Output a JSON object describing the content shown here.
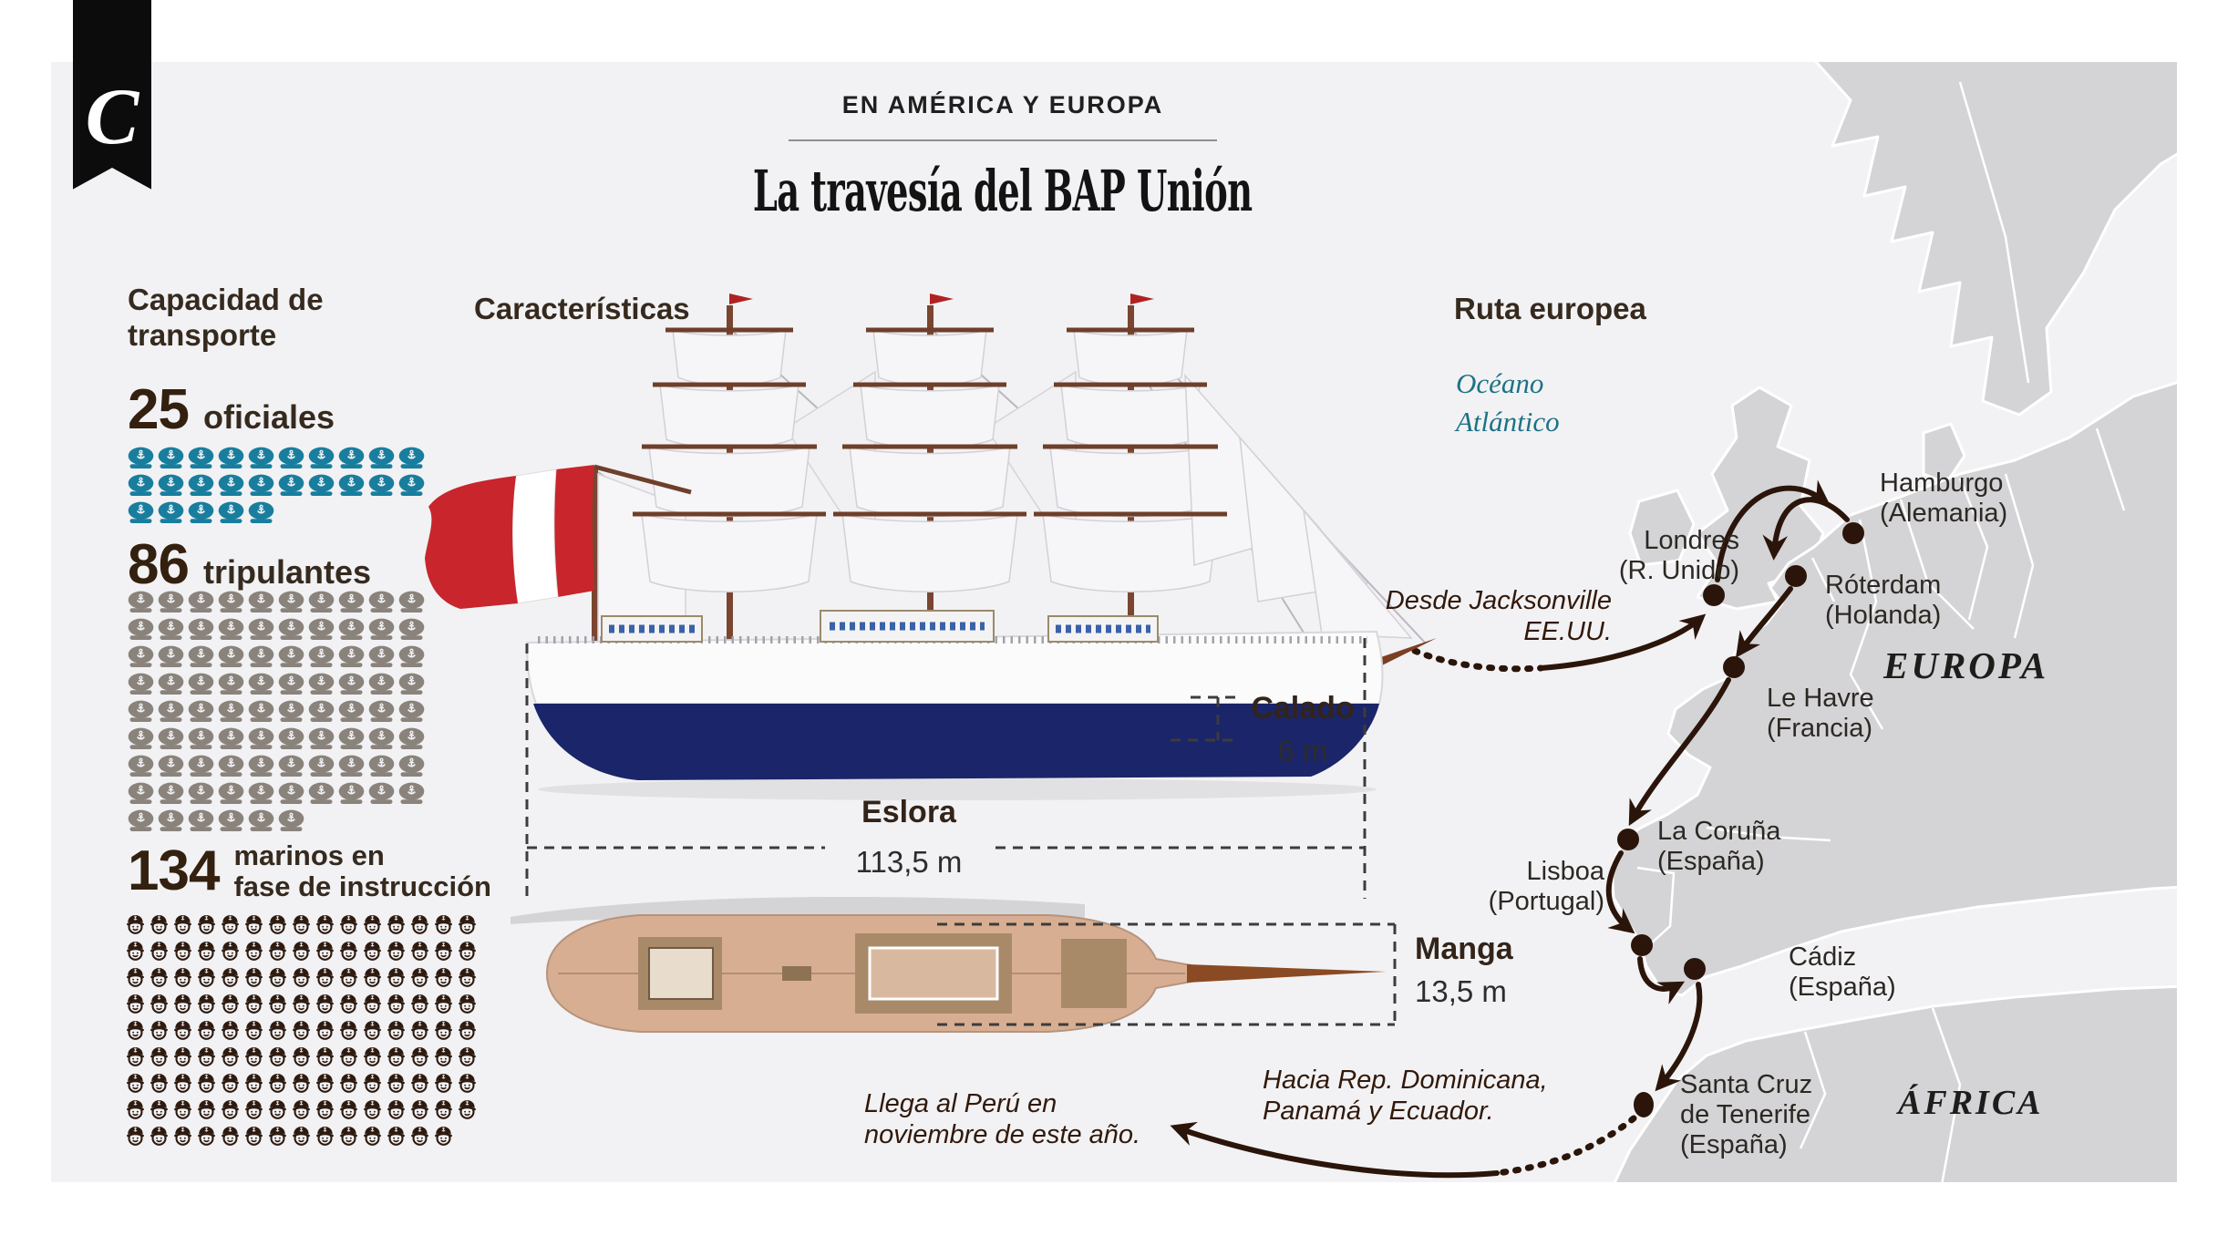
{
  "brand": {
    "letter": "C"
  },
  "header": {
    "kicker": "EN AMÉRICA Y EUROPA",
    "title": "La travesía del BAP Unión"
  },
  "capacity": {
    "heading_l1": "Capacidad de",
    "heading_l2": "transporte",
    "groups": [
      {
        "number": "25",
        "label": "oficiales",
        "count": 25,
        "per_row": 10,
        "icon": "officer-cap",
        "color": "#197e9e"
      },
      {
        "number": "86",
        "label": "tripulantes",
        "count": 86,
        "per_row": 10,
        "icon": "crew-cap",
        "color": "#8a837c"
      },
      {
        "number": "134",
        "label_l1": "marinos en",
        "label_l2": "fase de instrucción",
        "count": 134,
        "per_row": 15,
        "icon": "cadet-face",
        "color": "#2e1b10"
      }
    ]
  },
  "ship": {
    "heading": "Características",
    "dimensions": {
      "calado": {
        "name": "Calado",
        "value": "6 m"
      },
      "eslora": {
        "name": "Eslora",
        "value": "113,5 m"
      },
      "manga": {
        "name": "Manga",
        "value": "13,5 m"
      }
    }
  },
  "map": {
    "heading": "Ruta europea",
    "ocean_l1": "Océano",
    "ocean_l2": "Atlántico",
    "region_europe": "EUROPA",
    "region_africa": "ÁFRICA",
    "cities": {
      "hamburgo": {
        "l1": "Hamburgo",
        "l2": "(Alemania)"
      },
      "londres": {
        "l1": "Londres",
        "l2": "(R. Unido)"
      },
      "roterdam": {
        "l1": "Róterdam",
        "l2": "(Holanda)"
      },
      "lehavre": {
        "l1": "Le Havre",
        "l2": "(Francia)"
      },
      "lacoruna": {
        "l1": "La Coruña",
        "l2": "(España)"
      },
      "lisboa": {
        "l1": "Lisboa",
        "l2": "(Portugal)"
      },
      "cadiz": {
        "l1": "Cádiz",
        "l2": "(España)"
      },
      "santacruz": {
        "l1": "Santa Cruz",
        "l2": "de Tenerife",
        "l3": "(España)"
      }
    },
    "notes": {
      "desde": {
        "l1": "Desde Jacksonville",
        "l2": "EE.UU."
      },
      "hacia": {
        "l1": "Hacia Rep. Dominicana,",
        "l2": "Panamá y Ecuador."
      },
      "llega": {
        "l1": "Llega al Perú en",
        "l2": "noviembre de este año."
      }
    }
  },
  "colors": {
    "panel_bg": "#f2f2f4",
    "land_gray": "#d4d4d6",
    "route_brown": "#2b150a",
    "officer_teal": "#197e9e",
    "crew_gray": "#8a837c",
    "cadet_brown": "#2e1b10",
    "hull_navy": "#1b2569",
    "flag_red": "#c8252c",
    "ocean_teal": "#1d7286",
    "deck_tan": "#d8ae92"
  }
}
